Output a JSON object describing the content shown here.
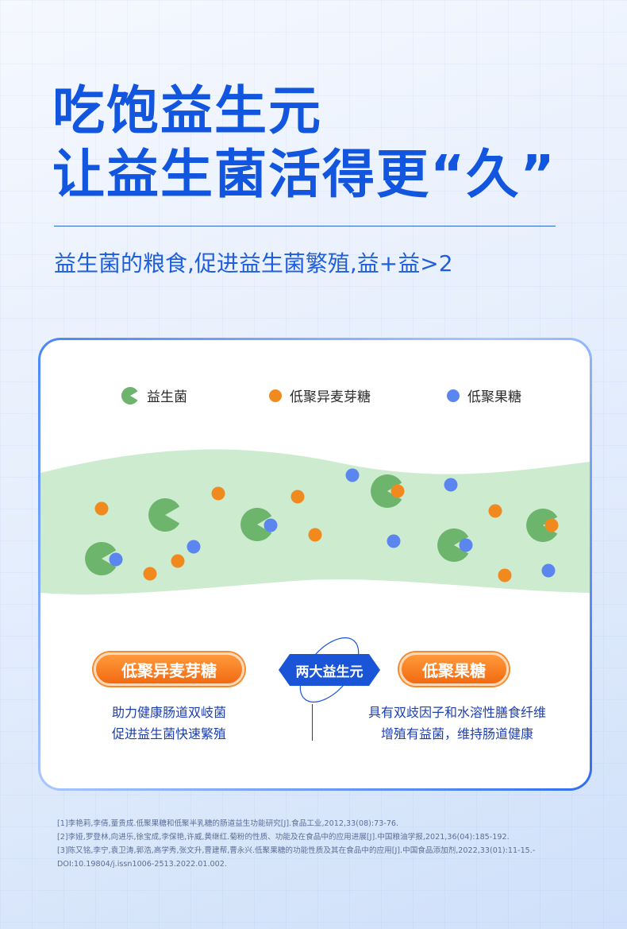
{
  "headline": {
    "line1": "吃饱益生元",
    "line2": "让益生菌活得更“久”"
  },
  "subtitle": "益生菌的粮食,促进益生菌繁殖,益+益>2",
  "legend": [
    {
      "label": "益生菌",
      "icon": "probiotic-pacman-icon",
      "color": "#6db56d"
    },
    {
      "label": "低聚异麦芽糖",
      "icon": "orange-dot-icon",
      "color": "#f08a1f"
    },
    {
      "label": "低聚果糖",
      "icon": "blue-dot-icon",
      "color": "#5b86f0"
    }
  ],
  "colors": {
    "brand_blue": "#1256e0",
    "band_green": "#cdeccf",
    "probiotic_green": "#6db56d",
    "orange": "#f08a1f",
    "blue": "#5b86f0"
  },
  "comparison": {
    "left_label": "低聚异麦芽糖",
    "center_label": "两大益生元",
    "right_label": "低聚果糖",
    "left_desc": [
      "助力健康肠道双岐菌",
      "促进益生菌快速繁殖"
    ],
    "right_desc": [
      "具有双歧因子和水溶性膳食纤维",
      "增殖有益菌，维持肠道健康"
    ]
  },
  "references": [
    "[1]李艳莉,李倩,蕫贵成.低聚果糖和低聚半乳糖的肠道益生功能研究[J].食品工业,2012,33(08):73-76.",
    "[2]李娅,罗登林,向进乐,徐宝成,李保艳,许威,黄继红.菊粉的性质、功能及在食品中的应用进展[J].中国粮油学报,2021,36(04):185-192.",
    "[3]陈又铭,李宁,袁卫涛,郭浩,高学秀,张文升,曹建帮,曹永兴.低聚果糖的功能性质及其在食品中的应用[J].中国食品添加剂,2022,33(01):11-15.-",
    "DOI:10.19804/j.issn1006-2513.2022.01.002."
  ]
}
